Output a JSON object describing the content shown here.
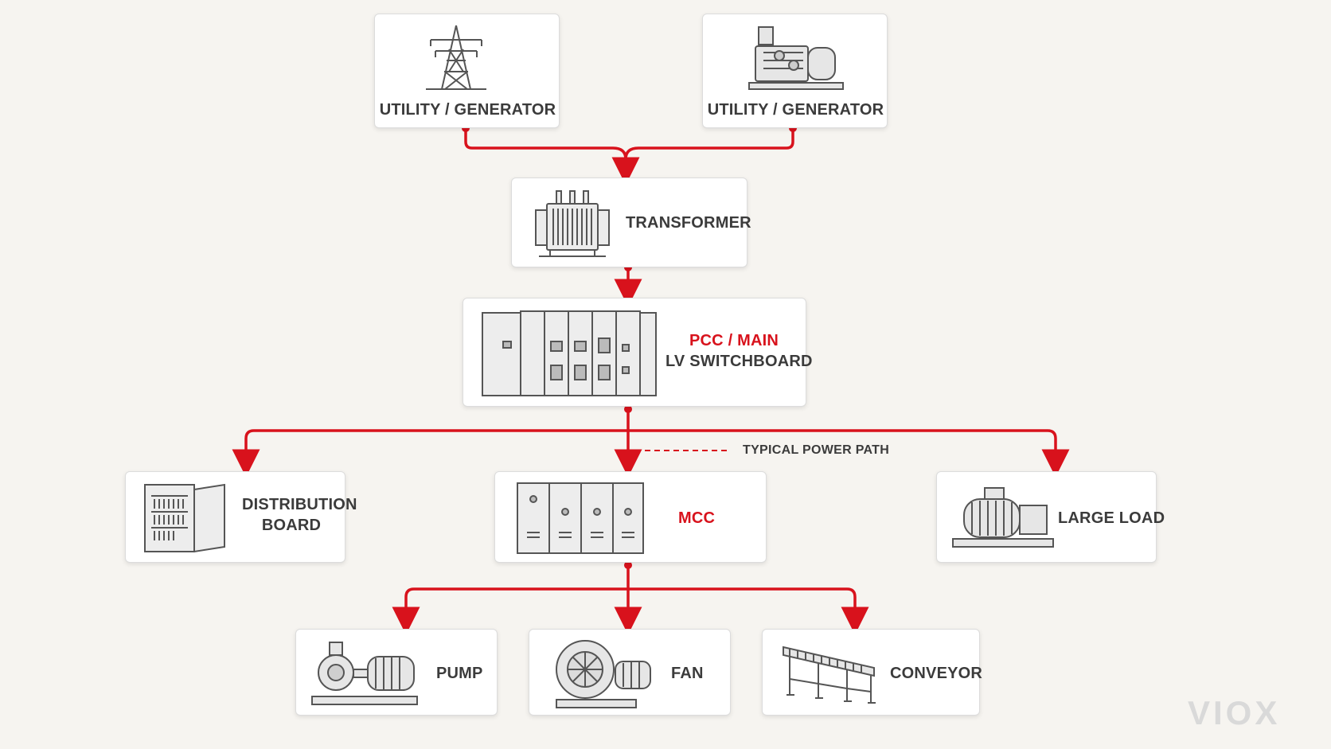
{
  "nodes": {
    "utility_left": "UTILITY / GENERATOR",
    "utility_right": "UTILITY / GENERATOR",
    "transformer": "TRANSFORMER",
    "pcc_line1": "PCC / MAIN",
    "pcc_line2": "LV SWITCHBOARD",
    "distribution_line1": "DISTRIBUTION",
    "distribution_line2": "BOARD",
    "mcc": "MCC",
    "large_load": "LARGE LOAD",
    "pump": "PUMP",
    "fan": "FAN",
    "conveyor": "CONVEYOR"
  },
  "legend": {
    "label": "TYPICAL POWER PATH"
  },
  "watermark": "VIOX",
  "colors": {
    "accent": "#d8121c",
    "text": "#3b3b3b",
    "background": "#f6f4f0"
  },
  "icons": [
    "transmission-tower-icon",
    "generator-set-icon",
    "transformer-icon",
    "switchboard-icon",
    "distribution-board-icon",
    "mcc-panel-icon",
    "motor-icon",
    "pump-icon",
    "fan-icon",
    "conveyor-icon"
  ]
}
